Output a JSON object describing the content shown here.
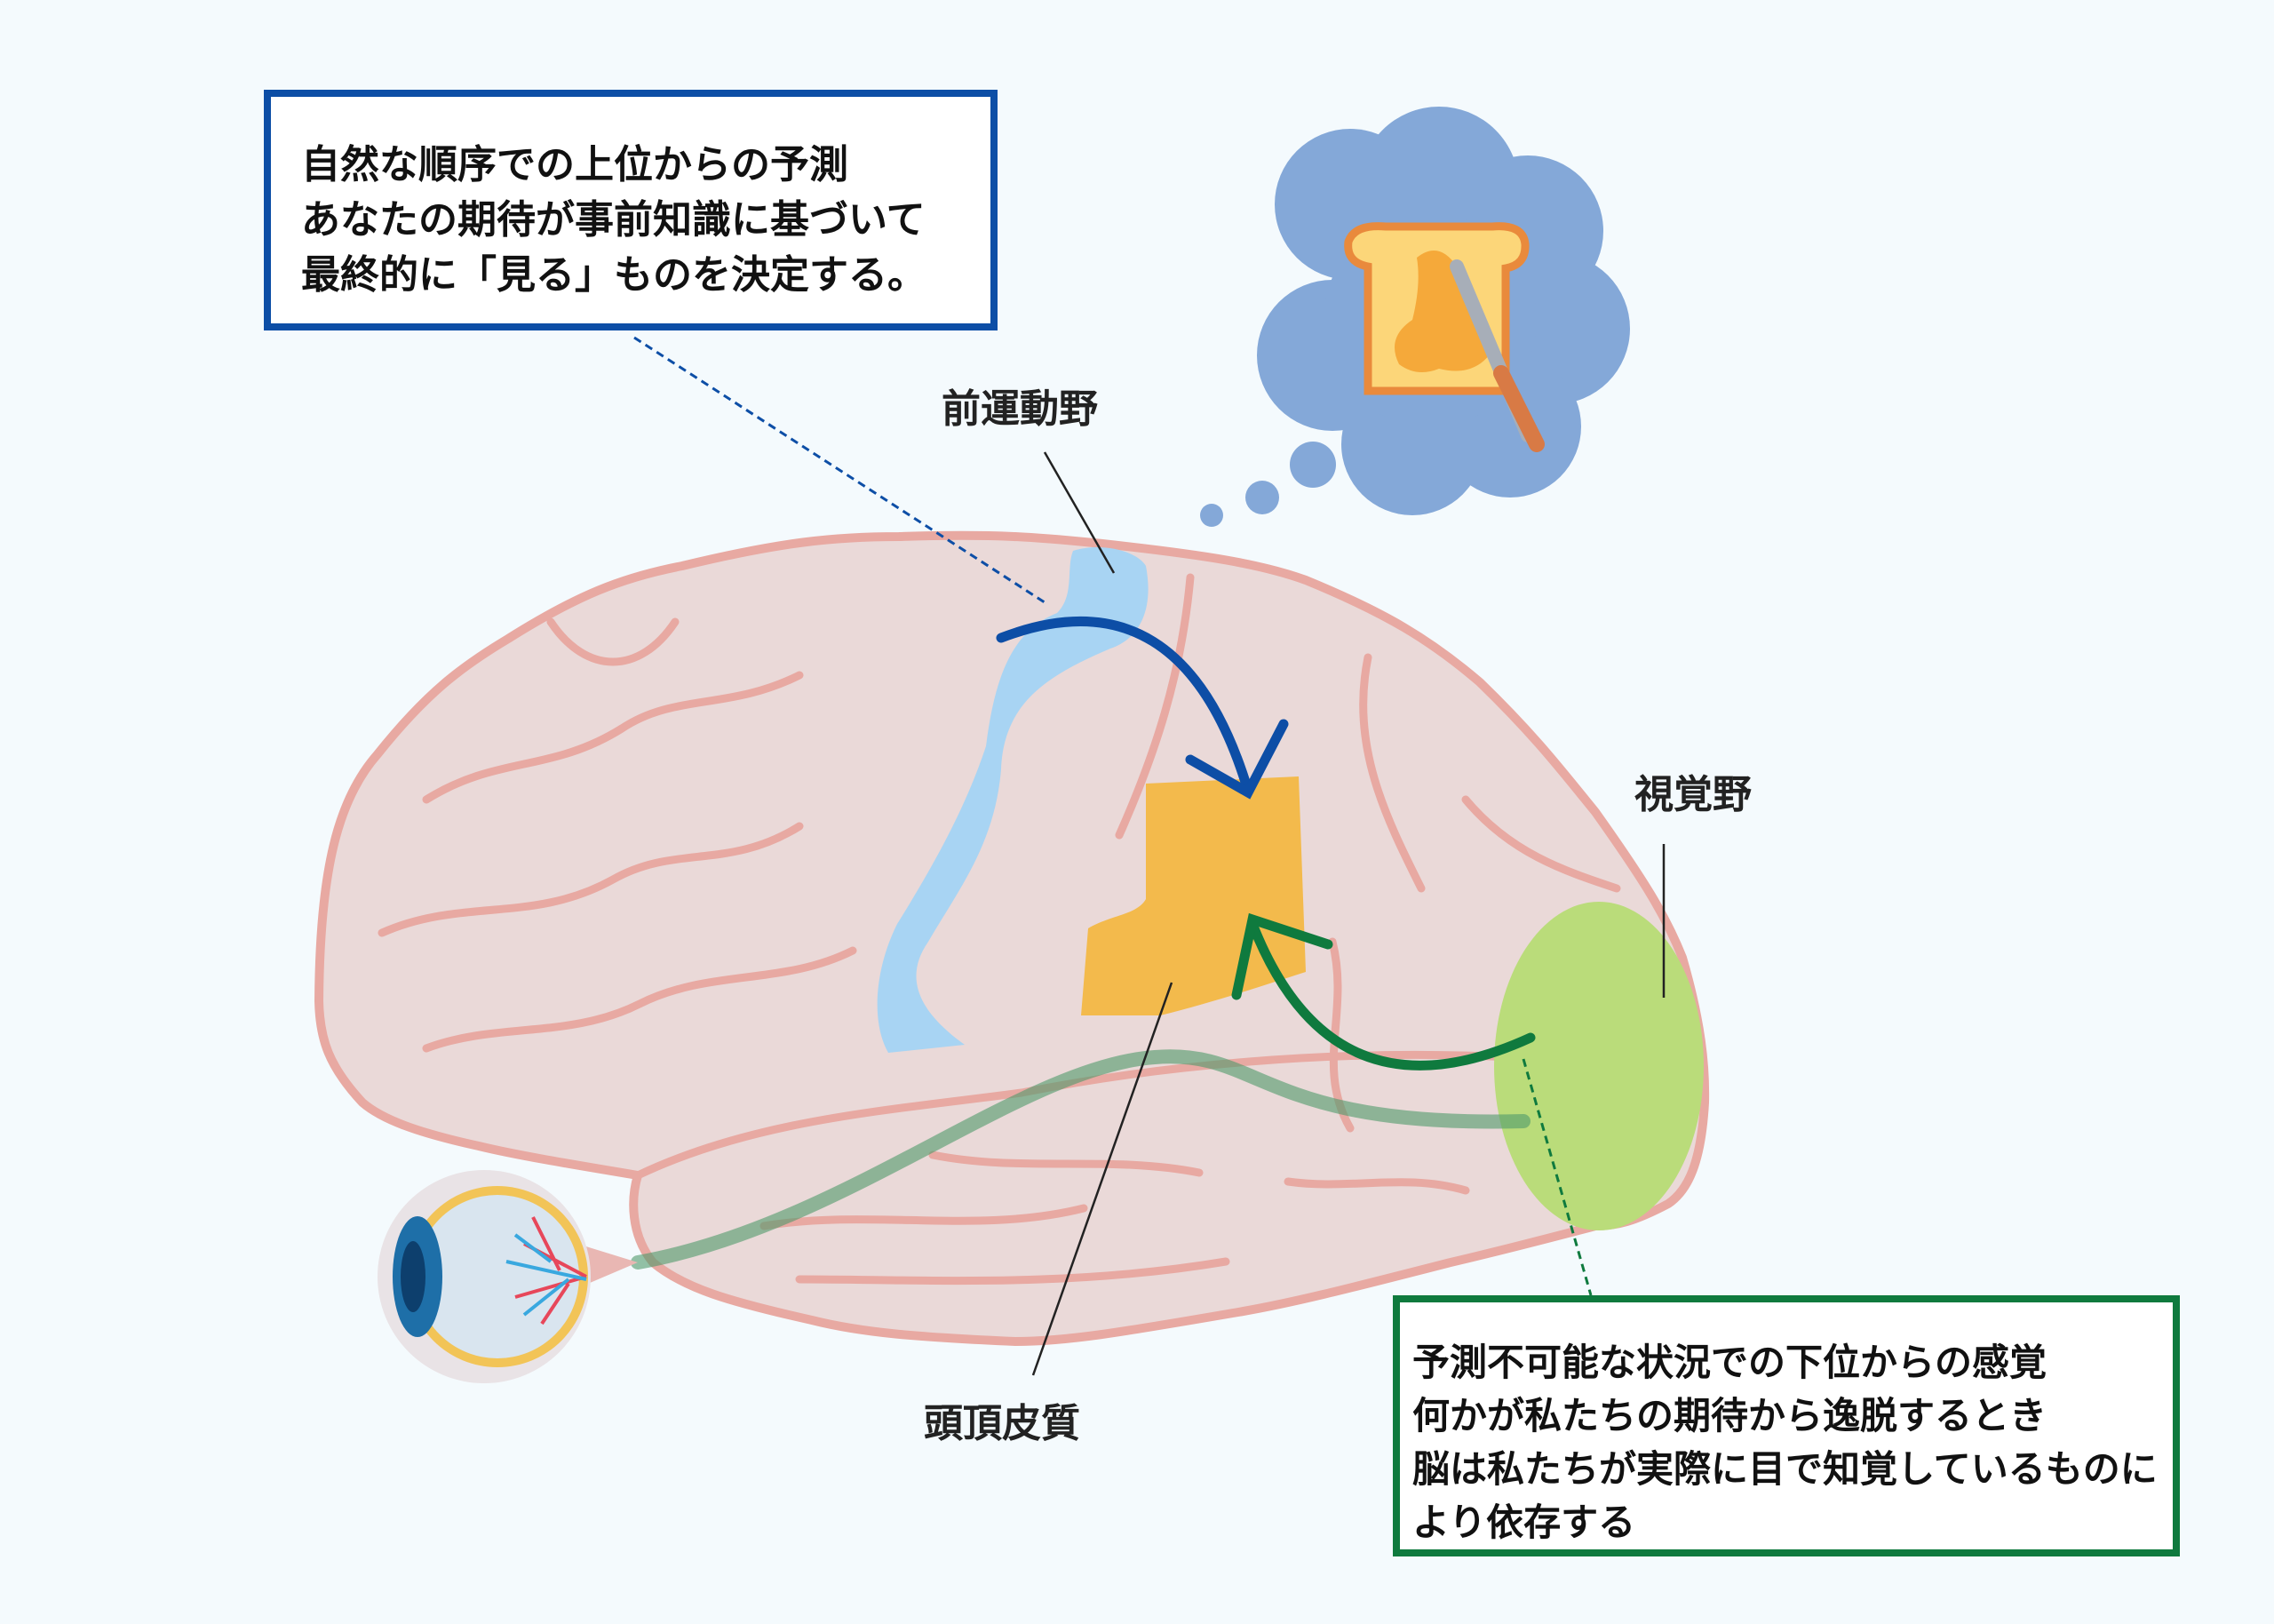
{
  "top_down_box": {
    "lines": [
      "自然な順序での上位からの予測",
      "あなたの期待が事前知識に基づいて",
      "最終的に「見る」ものを決定する。"
    ]
  },
  "bottom_up_box": {
    "lines": [
      "予測不可能な状況での下位からの感覚",
      "何かが私たちの期待から逸脱するとき",
      "脳は私たちが実際に目で知覚しているものに",
      "より依存する"
    ]
  },
  "labels": {
    "premotor": "前運動野",
    "visual": "視覚野",
    "parietal": "頭頂皮質"
  },
  "colors": {
    "top_down": "#0d4ea6",
    "bottom_up": "#0f7a3e",
    "premotor_region": "#a8d4f3",
    "parietal_region": "#f3ba4c",
    "visual_region": "#badc7a",
    "brain": "#ead9d8"
  }
}
